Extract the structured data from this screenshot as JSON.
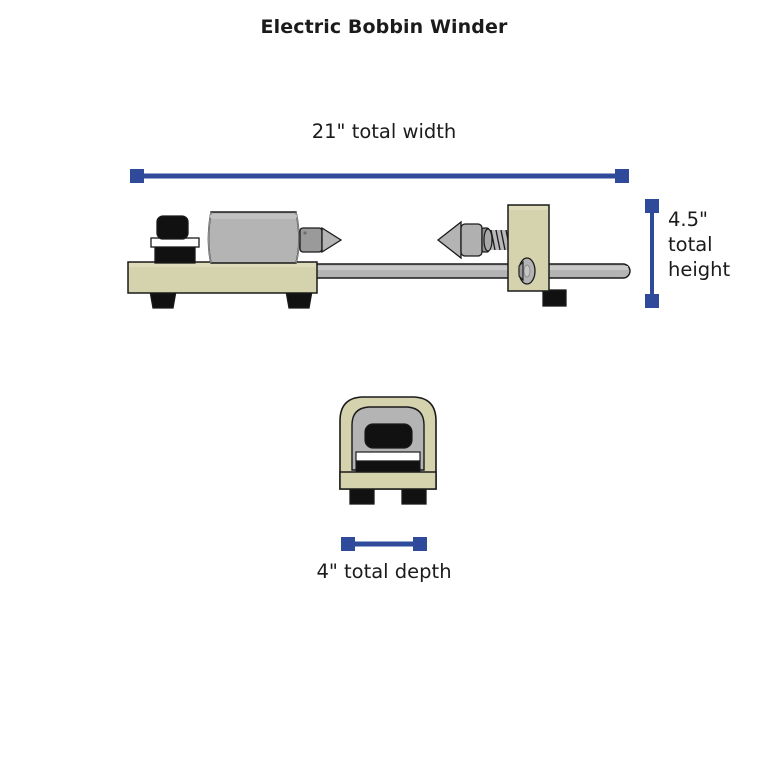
{
  "page": {
    "title": "Electric Bobbin Winder",
    "background": "#ffffff"
  },
  "dimensions": {
    "width": {
      "label": "21\" total width",
      "orientation": "horizontal",
      "value": "21\"",
      "name": "total width"
    },
    "height": {
      "label": "4.5\"\ntotal\nheight",
      "orientation": "vertical",
      "value": "4.5\"",
      "name": "total height"
    },
    "depth": {
      "label": "4\" total depth",
      "orientation": "horizontal",
      "value": "4\"",
      "name": "total depth"
    }
  },
  "colors": {
    "dimension_blue": "#2f4a9b",
    "base_beige": "#d5d2ae",
    "base_beige_dark": "#c9c5a0",
    "metal_gray": "#b4b4b4",
    "metal_gray_light": "#c4c4c4",
    "metal_gray_dark": "#9a9a9a",
    "black": "#111111",
    "outline": "#1a1a1a",
    "white": "#ffffff"
  },
  "views": {
    "side": {
      "name": "side-elevation-view",
      "parts": [
        "base-platform",
        "rubber-foot-left",
        "rubber-foot-right",
        "switch-block",
        "switch-button",
        "motor-housing",
        "drive-spindle",
        "spindle-cone",
        "guide-rod",
        "tailstock-post",
        "tailstock-screw",
        "tailstock-cone",
        "tailstock-knob",
        "tailstock-foot"
      ]
    },
    "front": {
      "name": "front-elevation-view",
      "parts": [
        "front-housing",
        "front-inner-shell",
        "front-motor-window",
        "front-white-strip",
        "front-black-band",
        "front-base",
        "front-foot-left",
        "front-foot-right"
      ]
    }
  }
}
